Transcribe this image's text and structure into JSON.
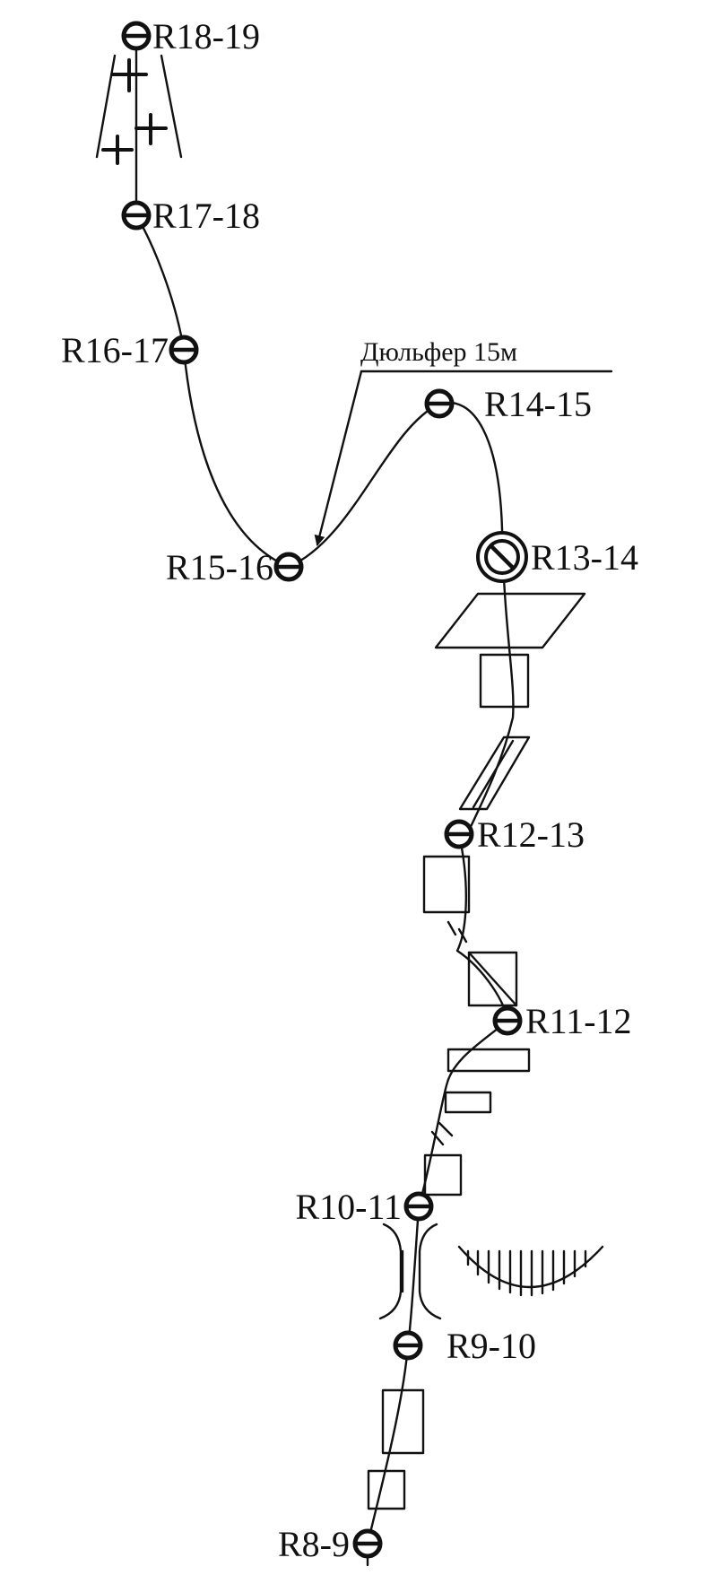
{
  "diagram": {
    "stations": [
      {
        "id": "R18-19",
        "label": "R18-19"
      },
      {
        "id": "R17-18",
        "label": "R17-18"
      },
      {
        "id": "R16-17",
        "label": "R16-17"
      },
      {
        "id": "R15-16",
        "label": "R15-16"
      },
      {
        "id": "R14-15",
        "label": "R14-15"
      },
      {
        "id": "R13-14",
        "label": "R13-14"
      },
      {
        "id": "R12-13",
        "label": "R12-13"
      },
      {
        "id": "R11-12",
        "label": "R11-12"
      },
      {
        "id": "R10-11",
        "label": "R10-11"
      },
      {
        "id": "R9-10",
        "label": "R9-10"
      },
      {
        "id": "R8-9",
        "label": "R8-9"
      }
    ],
    "rappel_note": "Дюльфер 15м",
    "colors": {
      "ink": "#111111",
      "background": "#ffffff"
    }
  }
}
